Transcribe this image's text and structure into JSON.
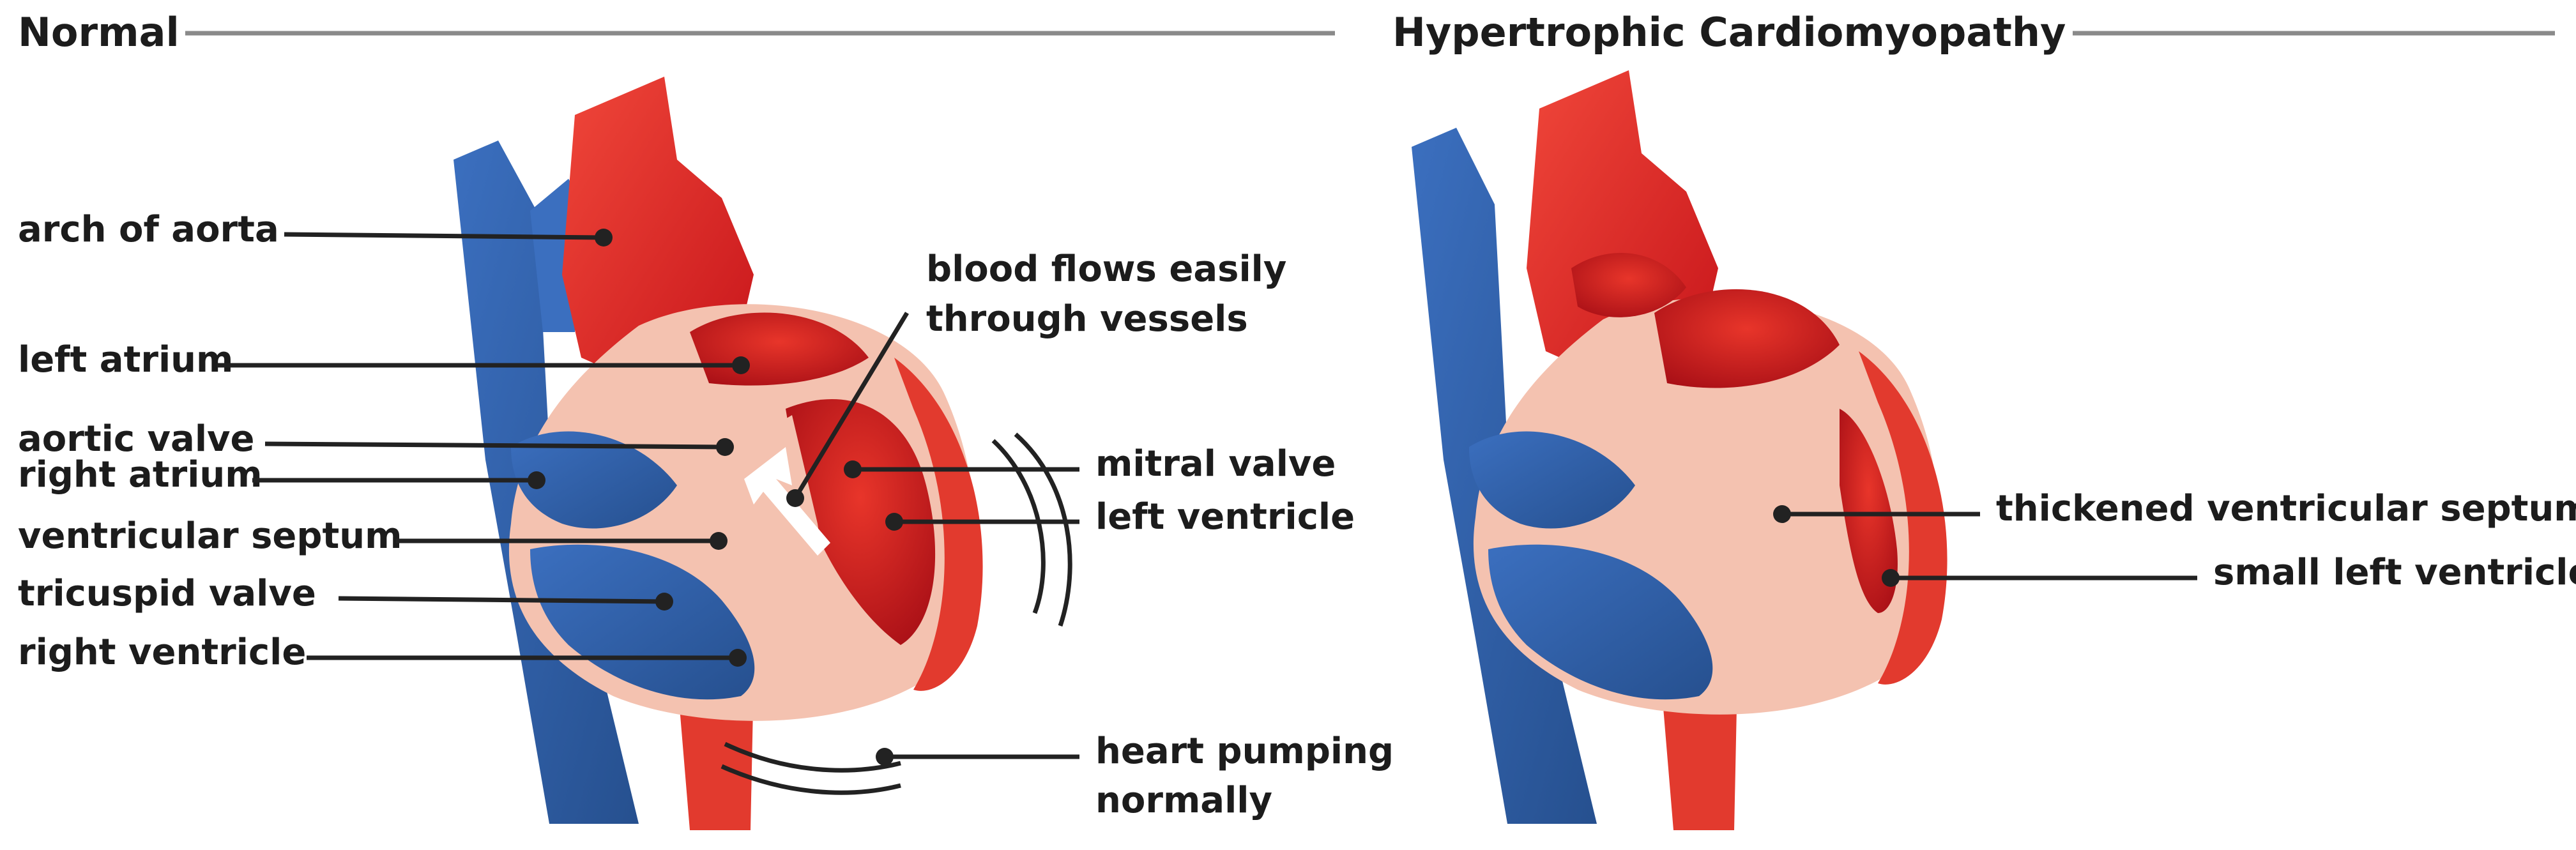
{
  "panels": {
    "normal": {
      "title": "Normal",
      "labels": {
        "arch_of_aorta": "arch of aorta",
        "left_atrium": "left atrium",
        "aortic_valve": "aortic valve",
        "right_atrium": "right atrium",
        "ventricular_septum": "ventricular septum",
        "tricuspid_valve": "tricuspid valve",
        "right_ventricle": "right ventricle",
        "blood_flows_line1": "blood flows easily",
        "blood_flows_line2": "through vessels",
        "mitral_valve": "mitral valve",
        "left_ventricle": "left ventricle",
        "heart_pumping_line1": "heart pumping",
        "heart_pumping_line2": "normally"
      }
    },
    "hcm": {
      "title": "Hypertrophic Cardiomyopathy",
      "labels": {
        "thickened_septum": "thickened ventricular septum",
        "small_left_ventricle": "small left ventricle"
      }
    }
  },
  "colors": {
    "vein_blue": "#2f5fa8",
    "artery_red": "#e23a2e",
    "chamber_red": "#c8161b",
    "muscle_pink": "#f4c2b0",
    "leader": "#222222",
    "rule_gray": "#8a8a8a"
  }
}
